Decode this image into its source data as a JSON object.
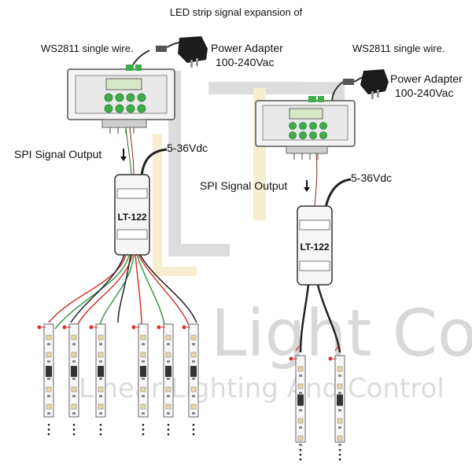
{
  "title": "LED strip signal expansion of",
  "left_system": {
    "controller_label": "WS2811 single wire.",
    "power_adapter_line1": "Power Adapter",
    "power_adapter_line2": "100-240Vac",
    "spi_label": "SPI Signal Output",
    "voltage_label": "5-36Vdc",
    "amplifier_label": "LT-122",
    "strip_count": 6
  },
  "right_system": {
    "controller_label": "WS2811 single wire.",
    "power_adapter_line1": "Power Adapter",
    "power_adapter_line2": "100-240Vac",
    "spi_label": "SPI Signal Output",
    "voltage_label": "5-36Vdc",
    "amplifier_label": "LT-122",
    "strip_count": 2
  },
  "watermark": {
    "line1": "Light Control",
    "line2": "Linear Lighting And Control"
  },
  "colors": {
    "wire_red": "#d2362e",
    "wire_green": "#3a9a4a",
    "wire_black": "#222222",
    "button_green": "#3fae49",
    "watermark_gray": "#d4d4d4",
    "watermark_yellow": "#f3e6b0"
  }
}
